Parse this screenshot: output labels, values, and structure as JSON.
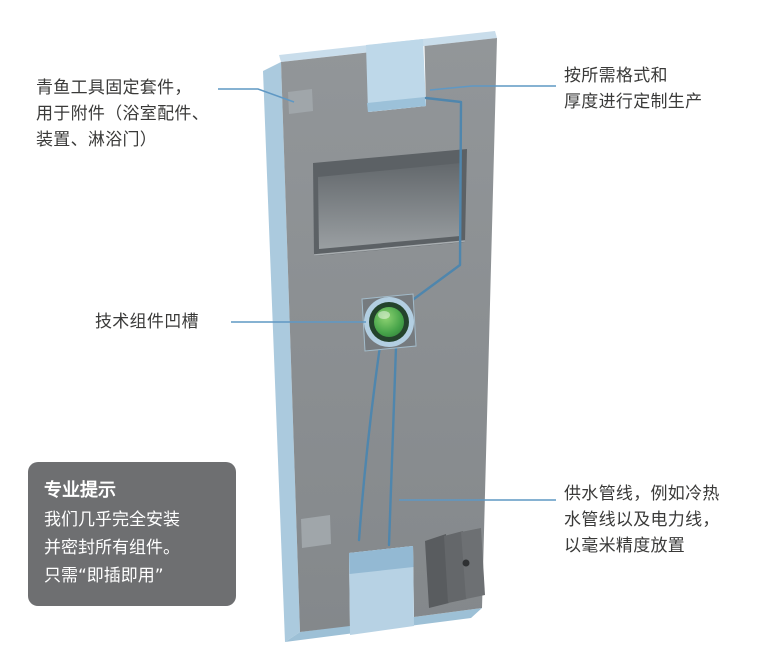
{
  "annotations": {
    "fixing_kit": {
      "lines": [
        "青鱼工具固定套件，",
        "用于附件（浴室配件、",
        "装置、淋浴门）"
      ]
    },
    "custom_format": {
      "lines": [
        "按所需格式和",
        "厚度进行定制生产"
      ]
    },
    "tech_recess": {
      "lines": [
        "技术组件凹槽"
      ]
    },
    "water_lines": {
      "lines": [
        "供水管线，例如冷热",
        "水管线以及电力线，",
        "以毫米精度放置"
      ]
    },
    "pro_tip": {
      "title": "专业提示",
      "lines": [
        "我们几乎完全安装",
        "并密封所有组件。",
        "只需“即插即用”"
      ]
    }
  },
  "colors": {
    "background": "#ffffff",
    "panel_face": "#8b8f92",
    "panel_foam_edge": "#abcade",
    "notch_cut": "#bed8e9",
    "leader_line": "#5f98c4",
    "pipe": "#4f86ad",
    "component_green": "#47a44a",
    "tip_box": "#6e6f71",
    "text": "#3a3a39"
  }
}
